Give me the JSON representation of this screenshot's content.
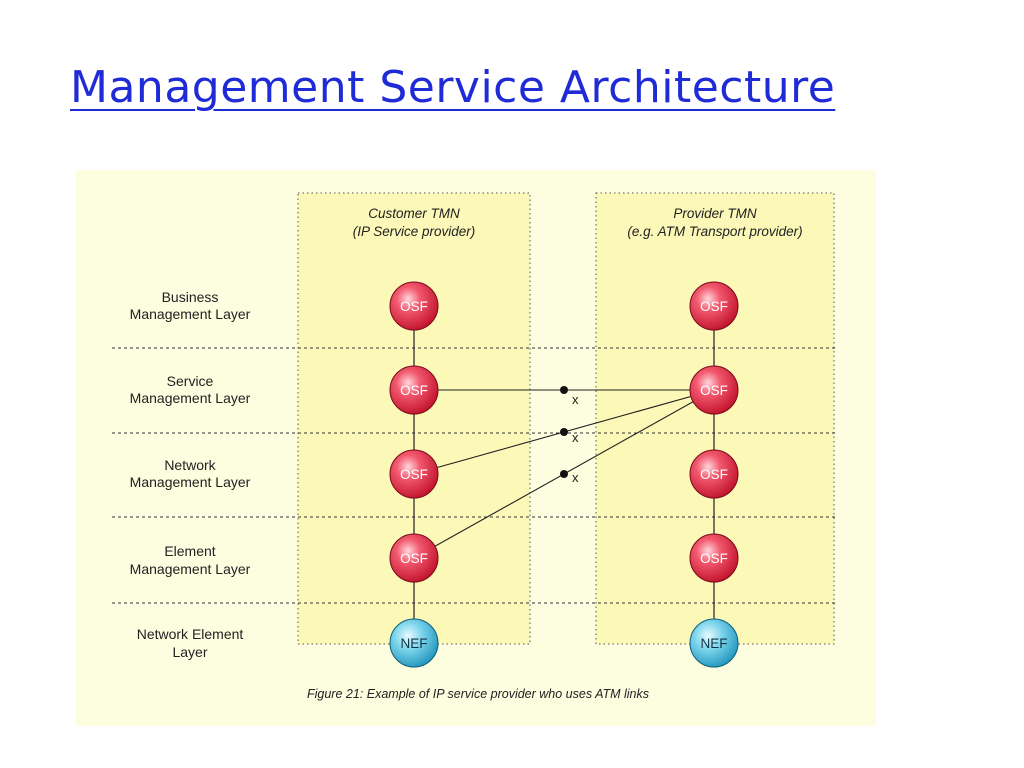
{
  "title": "Management Service Architecture",
  "diagram": {
    "columns": [
      {
        "line1": "Customer TMN",
        "line2": "(IP Service provider)"
      },
      {
        "line1": "Provider TMN",
        "line2": "(e.g. ATM Transport provider)"
      }
    ],
    "layers": [
      {
        "line1": "Business",
        "line2": "Management Layer"
      },
      {
        "line1": "Service",
        "line2": "Management Layer"
      },
      {
        "line1": "Network",
        "line2": "Management Layer"
      },
      {
        "line1": "Element",
        "line2": "Management Layer"
      },
      {
        "line1": "Network Element",
        "line2": "Layer"
      }
    ],
    "customer_nodes": [
      "OSF",
      "OSF",
      "OSF",
      "OSF",
      "NEF"
    ],
    "provider_nodes": [
      "OSF",
      "OSF",
      "OSF",
      "OSF",
      "NEF"
    ],
    "interface_marks": [
      "x",
      "x",
      "x"
    ],
    "caption": "Figure 21: Example of IP service provider who uses ATM links",
    "colors": {
      "background": "#fdfde0",
      "column_fill": "#fbf8b8",
      "osf": "#e8304a",
      "nef": "#5cc4e0",
      "title": "#1f2bd6"
    }
  }
}
